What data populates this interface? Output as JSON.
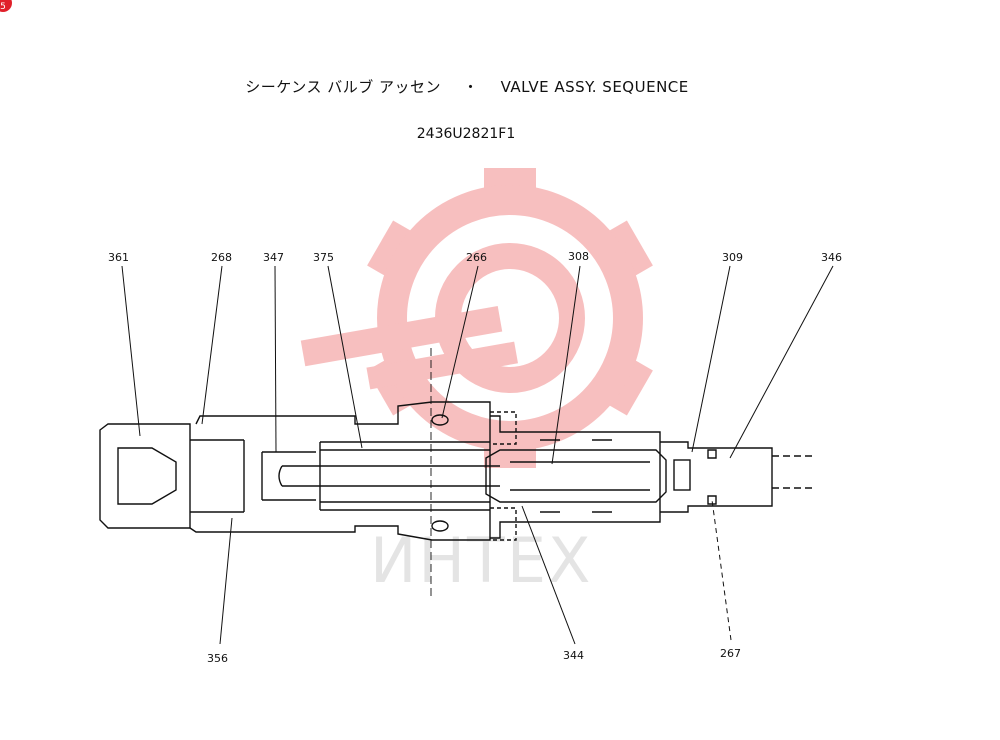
{
  "header": {
    "title_jp": "シーケンス バルブ アッセン",
    "title_sep": "・",
    "title_en": "VALVE ASSY. SEQUENCE",
    "part_number": "2436U2821F1"
  },
  "corner_badge": "5",
  "watermark": {
    "text": "ИНТЕХ",
    "color": "#f28b8b"
  },
  "callouts": {
    "c361": "361",
    "c268": "268",
    "c347": "347",
    "c375": "375",
    "c266": "266",
    "c308": "308",
    "c309": "309",
    "c346": "346",
    "c356": "356",
    "c344": "344",
    "c267": "267"
  },
  "colors": {
    "line": "#111111",
    "background": "#ffffff"
  }
}
